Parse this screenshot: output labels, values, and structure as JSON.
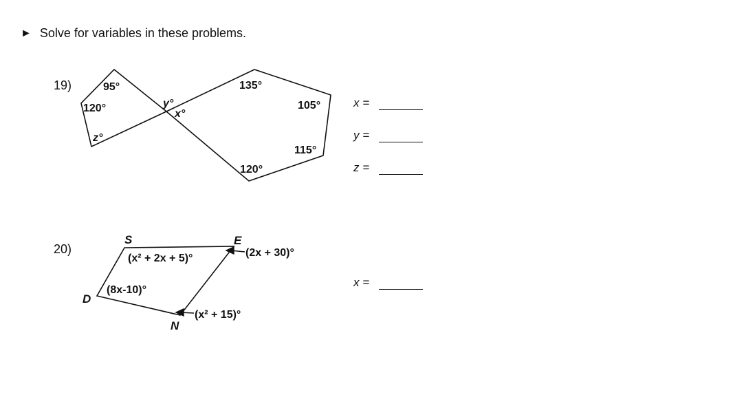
{
  "instruction": {
    "bullet": "►",
    "text": "Solve for variables in these problems."
  },
  "problems": [
    {
      "number": "19)",
      "angles": {
        "a95": "95°",
        "a120_left": "120°",
        "z": "z°",
        "y": "y°",
        "x": "x°",
        "a135": "135°",
        "a105": "105°",
        "a115": "115°",
        "a120_bottom": "120°"
      },
      "answers": [
        {
          "label": "x ="
        },
        {
          "label": "y ="
        },
        {
          "label": "z ="
        }
      ]
    },
    {
      "number": "20)",
      "vertices": {
        "S": "S",
        "E": "E",
        "D": "D",
        "N": "N"
      },
      "angles": {
        "S": "(x² + 2x + 5)°",
        "E": "(2x + 30)°",
        "D": "(8x-10)°",
        "N": "(x² + 15)°"
      },
      "answers": [
        {
          "label": "x ="
        }
      ]
    }
  ]
}
